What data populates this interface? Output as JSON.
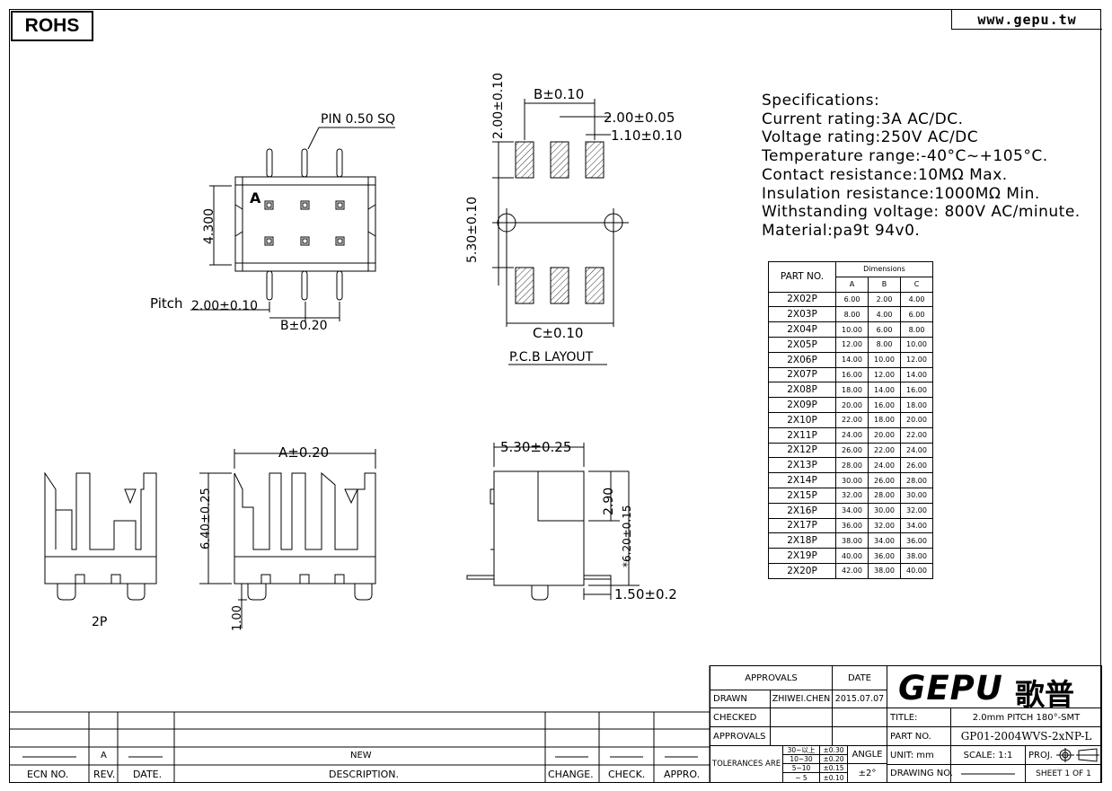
{
  "header": {
    "rohs": "ROHS",
    "website": "www.gepu.tw"
  },
  "top_view": {
    "pin_label": "PIN 0.50 SQ",
    "pin1_mark": "A",
    "height_dim": "4.300",
    "pitch_label": "Pitch",
    "pitch_dim": "2.00±0.10",
    "b_dim": "B±0.20"
  },
  "pcb_layout": {
    "dim_b": "B±0.10",
    "dim_pitch": "2.00±0.05",
    "dim_pad": "1.10±0.10",
    "dim_pad_len": "2.00±0.10",
    "dim_row": "5.30±0.10",
    "dim_c": "C±0.10",
    "caption": "P.C.B LAYOUT"
  },
  "front_view": {
    "label_2p": "2P",
    "dim_a": "A±0.20",
    "dim_height": "6.40±0.25",
    "dim_foot": "1.00"
  },
  "side_view": {
    "dim_width": "5.30±0.25",
    "dim_slot": "2.90",
    "dim_height": "*6.20±0.15",
    "dim_tail": "1.50±0.2"
  },
  "specifications": {
    "title": "Specifications:",
    "lines": [
      "Current rating:3A AC/DC.",
      "Voltage rating:250V AC/DC",
      "Temperature range:-40°C~+105°C.",
      "Contact resistance:10MΩ Max.",
      "Insulation resistance:1000MΩ Min.",
      "Withstanding voltage: 800V AC/minute.",
      "Material:pa9t 94v0."
    ]
  },
  "dimension_table": {
    "part_header": "PART NO.",
    "dims_header": "Dimensions",
    "cols": [
      "A",
      "B",
      "C"
    ],
    "rows": [
      [
        "2X02P",
        "6.00",
        "2.00",
        "4.00"
      ],
      [
        "2X03P",
        "8.00",
        "4.00",
        "6.00"
      ],
      [
        "2X04P",
        "10.00",
        "6.00",
        "8.00"
      ],
      [
        "2X05P",
        "12.00",
        "8.00",
        "10.00"
      ],
      [
        "2X06P",
        "14.00",
        "10.00",
        "12.00"
      ],
      [
        "2X07P",
        "16.00",
        "12.00",
        "14.00"
      ],
      [
        "2X08P",
        "18.00",
        "14.00",
        "16.00"
      ],
      [
        "2X09P",
        "20.00",
        "16.00",
        "18.00"
      ],
      [
        "2X10P",
        "22.00",
        "18.00",
        "20.00"
      ],
      [
        "2X11P",
        "24.00",
        "20.00",
        "22.00"
      ],
      [
        "2X12P",
        "26.00",
        "22.00",
        "24.00"
      ],
      [
        "2X13P",
        "28.00",
        "24.00",
        "26.00"
      ],
      [
        "2X14P",
        "30.00",
        "26.00",
        "28.00"
      ],
      [
        "2X15P",
        "32.00",
        "28.00",
        "30.00"
      ],
      [
        "2X16P",
        "34.00",
        "30.00",
        "32.00"
      ],
      [
        "2X17P",
        "36.00",
        "32.00",
        "34.00"
      ],
      [
        "2X18P",
        "38.00",
        "34.00",
        "36.00"
      ],
      [
        "2X19P",
        "40.00",
        "36.00",
        "38.00"
      ],
      [
        "2X20P",
        "42.00",
        "38.00",
        "40.00"
      ]
    ]
  },
  "revision_block": {
    "rev_value": "A",
    "description_value": "NEW",
    "headers": [
      "ECN NO.",
      "REV.",
      "DATE.",
      "DESCRIPTION.",
      "CHANGE.",
      "CHECK.",
      "APPRO."
    ]
  },
  "title_block": {
    "approvals": "APPROVALS",
    "date": "DATE",
    "drawn": "DRAWN",
    "drawn_by": "ZHIWEI.CHEN",
    "drawn_date": "2015.07.07",
    "checked": "CHECKED",
    "approvals2": "APPROVALS",
    "tolerances": "TOLERANCES ARE",
    "tol_ranges": [
      "30~以上",
      "10~30",
      "5~10",
      "~ 5"
    ],
    "tol_values": [
      "±0.30",
      "±0.20",
      "±0.15",
      "±0.10"
    ],
    "angle": "ANGLE",
    "angle_value": "±2°",
    "logo": "GEPU",
    "logo_cn": "歌普",
    "title_label": "TITLE:",
    "title_value": "2.0mm PITCH 180°-SMT",
    "part_label": "PART NO.",
    "part_value": "GP01-2004WVS-2xNP-L",
    "unit": "UNIT: mm",
    "scale": "SCALE:  1:1",
    "proj": "PROJ.",
    "drawing_no": "DRAWING NO.",
    "sheet": "SHEET  1 OF 1"
  }
}
